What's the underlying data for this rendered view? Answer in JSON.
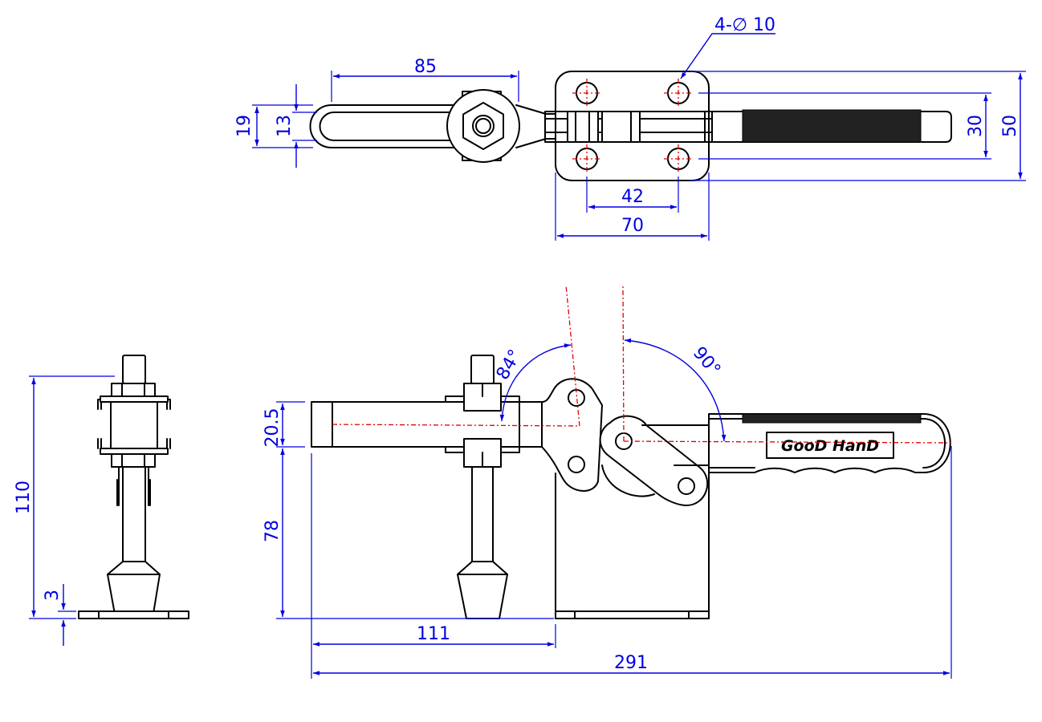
{
  "drawing": {
    "title": "Horizontal toggle clamp — dimensioned drawing",
    "brand_label": "GooD HanD",
    "colors": {
      "object_lines": "#000000",
      "dimension_lines": "#0000e0",
      "center_lines": "#e00000",
      "background": "#ffffff"
    },
    "views": {
      "top_view": {
        "dimensions": {
          "handle_slot_length": "85",
          "outer_width": "19",
          "inner_width": "13",
          "hole_callout": "4-∅ 10",
          "base_hole_spacing_x": "42",
          "base_width": "70",
          "base_hole_spacing_y": "30",
          "base_length": "50"
        }
      },
      "side_view": {
        "dimensions": {
          "arm_angle": "84°",
          "handle_angle": "90°",
          "arm_thickness": "20.5",
          "arm_height": "78",
          "spindle_reach": "111",
          "overall_length": "291"
        }
      },
      "end_view": {
        "dimensions": {
          "overall_height": "110",
          "base_thickness": "3"
        }
      }
    }
  }
}
